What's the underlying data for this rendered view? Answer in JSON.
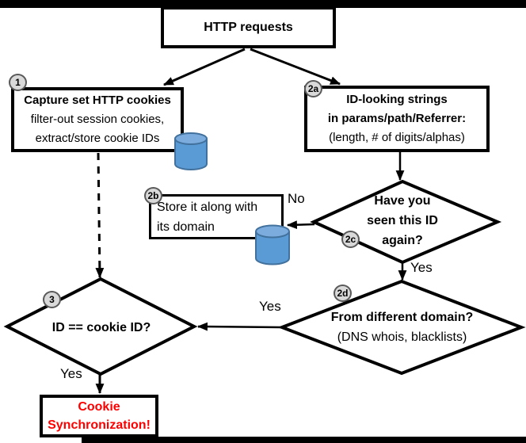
{
  "nodes": {
    "http_requests": {
      "label": "HTTP requests"
    },
    "capture_cookies": {
      "badge": "1",
      "line1": "Capture set HTTP cookies",
      "line2": "filter-out session cookies,",
      "line3": "extract/store cookie IDs"
    },
    "id_strings": {
      "badge": "2a",
      "line1": "ID-looking strings",
      "line2": "in params/path/Referrer:",
      "line3": "(length, # of digits/alphas)"
    },
    "store_domain": {
      "badge": "2b",
      "line1": "Store it along with",
      "line2": "its domain"
    },
    "seen_id": {
      "badge": "2c",
      "line1": "Have you",
      "line2": "seen this ID",
      "line3": "again?"
    },
    "different_domain": {
      "badge": "2d",
      "line1": "From different domain?",
      "line2": "(DNS whois, blacklists)"
    },
    "id_equals_cookie": {
      "badge": "3",
      "label": "ID == cookie ID?"
    },
    "cookie_sync": {
      "line1": "Cookie",
      "line2": "Synchronization!"
    }
  },
  "edges": {
    "seen_no": "No",
    "seen_yes": "Yes",
    "domain_yes": "Yes",
    "match_yes": "Yes"
  },
  "icons": {
    "database1": "database-icon",
    "database2": "database-icon"
  },
  "colors": {
    "line": "#000000",
    "alert_text": "#FF0000",
    "badge_fill": "#D9D9D9",
    "badge_border": "#595959",
    "db_fill": "#5B9BD5",
    "db_top": "#7CACDE",
    "db_border": "#41719C"
  }
}
